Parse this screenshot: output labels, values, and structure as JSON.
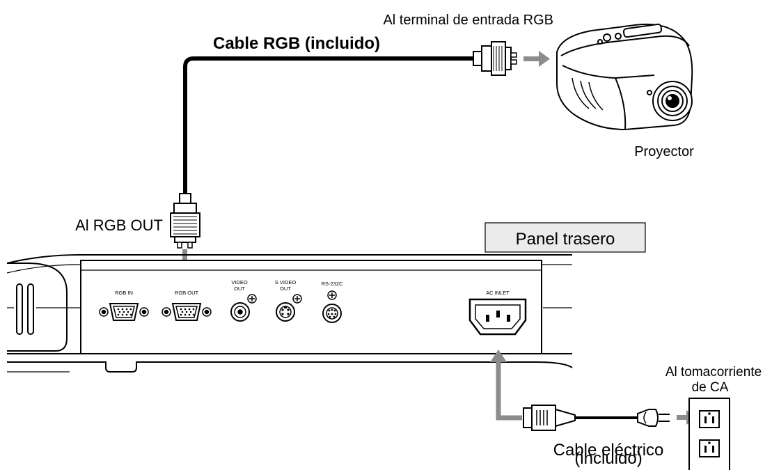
{
  "labels": {
    "rgb_input_target": "Al terminal de entrada RGB",
    "rgb_cable": "Cable RGB (incluido)",
    "projector": "Proyector",
    "rgb_out_target": "Al RGB OUT",
    "rear_panel": "Panel trasero",
    "ac_outlet_line1": "Al tomacorriente",
    "ac_outlet_line2": "de CA",
    "power_cable_line1": "Cable eléctrico",
    "power_cable_line2": "(incluido)"
  },
  "ports": {
    "rgb_in": "RGB IN",
    "rgb_out": "RGB OUT",
    "video_out_line1": "VIDEO",
    "video_out_line2": "OUT",
    "s_video_out_line1": "S VIDEO",
    "s_video_out_line2": "OUT",
    "rs232c": "RS-232C",
    "ac_inlet": "AC INLET"
  },
  "colors": {
    "line": "#000000",
    "arrow": "#8c8c8c",
    "panel_label_bg": "#ebebeb"
  }
}
